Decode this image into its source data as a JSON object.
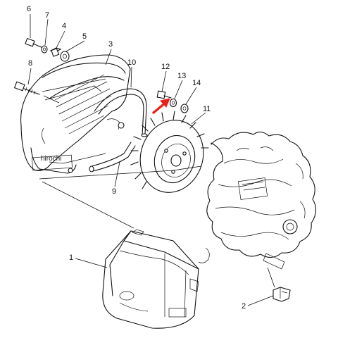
{
  "diagram": {
    "callouts": [
      "1",
      "2",
      "3",
      "4",
      "5",
      "6",
      "7",
      "8",
      "9",
      "10",
      "11",
      "12",
      "13",
      "14"
    ],
    "watermark": "hirochi",
    "arrow_color": "#e8201c",
    "ink_color": "#111111",
    "background": "#ffffff"
  }
}
